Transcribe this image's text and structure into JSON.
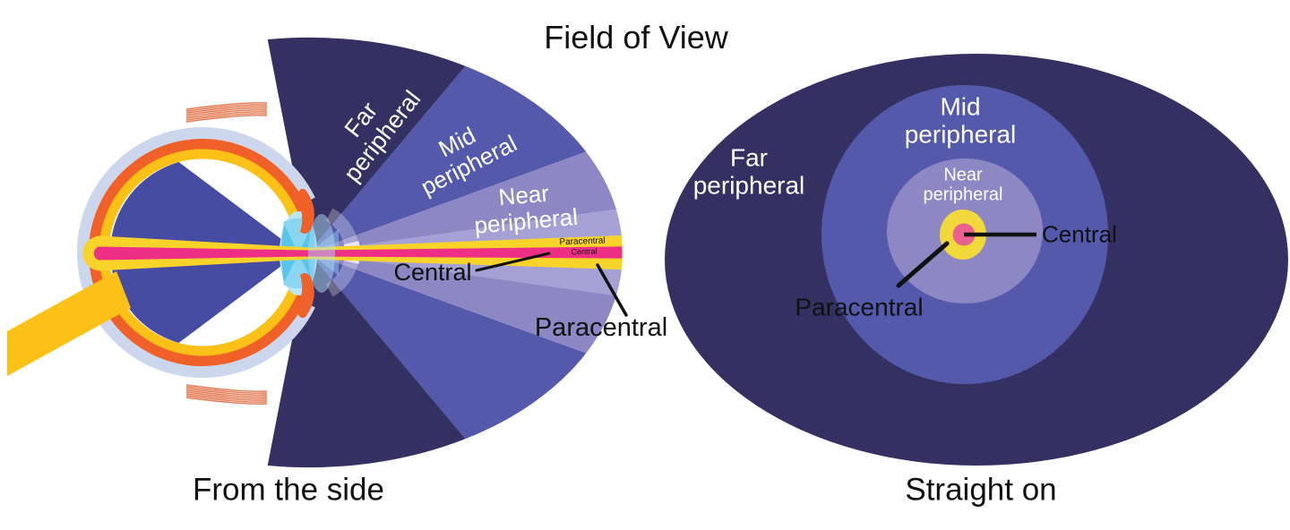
{
  "title": "Field of View",
  "colors": {
    "far_peripheral": "#343062",
    "mid_peripheral": "#5459ab",
    "near_peripheral": "#8d87c4",
    "near_peripheral_light": "#a6a1d4",
    "paracentral_yellow": "#f8d42a",
    "central_pink": "#ed2f86",
    "fov_yellow_spot": "#f2d93b",
    "fov_pink_spot": "#e9618f",
    "eye_sclera": "#ccd6ed",
    "eye_choroid_orange": "#ef6128",
    "eye_retina_yellow": "#fcc117",
    "eye_vitreous_blue": "#474ca3",
    "lens_blue": "#b9e6f7",
    "label_white": "#ffffff",
    "label_black": "#111111"
  },
  "left_diagram": {
    "caption": "From the side",
    "sector_labels": {
      "far_line1": "Far",
      "far_line2": "peripheral",
      "mid_line1": "Mid",
      "mid_line2": "peripheral",
      "near_line1": "Near",
      "near_line2": "peripheral"
    },
    "stripe_labels": {
      "paracentral": "Paracentral",
      "central": "Central"
    },
    "callouts": {
      "central": "Central",
      "paracentral": "Paracentral"
    }
  },
  "right_diagram": {
    "caption": "Straight on",
    "zone_labels": {
      "far_line1": "Far",
      "far_line2": "peripheral",
      "mid_line1": "Mid",
      "mid_line2": "peripheral",
      "near_line1": "Near",
      "near_line2": "peripheral"
    },
    "callouts": {
      "central": "Central",
      "paracentral": "Paracentral"
    }
  }
}
